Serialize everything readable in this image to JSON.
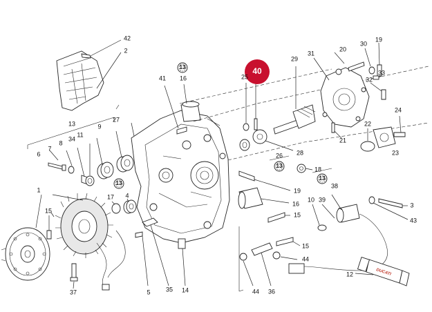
{
  "diagram": {
    "highlight": {
      "label": "40",
      "color": "#c8102e"
    },
    "badge_label": "13",
    "tube_brand": "DUCATI",
    "labels": {
      "p1": "1",
      "p2": "2",
      "p3": "3",
      "p4": "4",
      "p5": "5",
      "p6": "6",
      "p7": "7",
      "p8": "8",
      "p9": "9",
      "p10": "10",
      "p11": "11",
      "p12": "12",
      "p13": "13",
      "p14": "14",
      "p15a": "15",
      "p15b": "15",
      "p15c": "15",
      "p16a": "16",
      "p16b": "16",
      "p17": "17",
      "p18": "18",
      "p19a": "19",
      "p19b": "19",
      "p20": "20",
      "p21": "21",
      "p22": "22",
      "p23": "23",
      "p24": "24",
      "p25": "25",
      "p26": "26",
      "p27": "27",
      "p28": "28",
      "p29": "29",
      "p30": "30",
      "p31": "31",
      "p32": "32",
      "p33": "33",
      "p34": "34",
      "p35": "35",
      "p36": "36",
      "p37": "37",
      "p38": "38",
      "p39": "39",
      "p41": "41",
      "p42": "42",
      "p43": "43",
      "p44a": "44",
      "p44b": "44"
    }
  }
}
